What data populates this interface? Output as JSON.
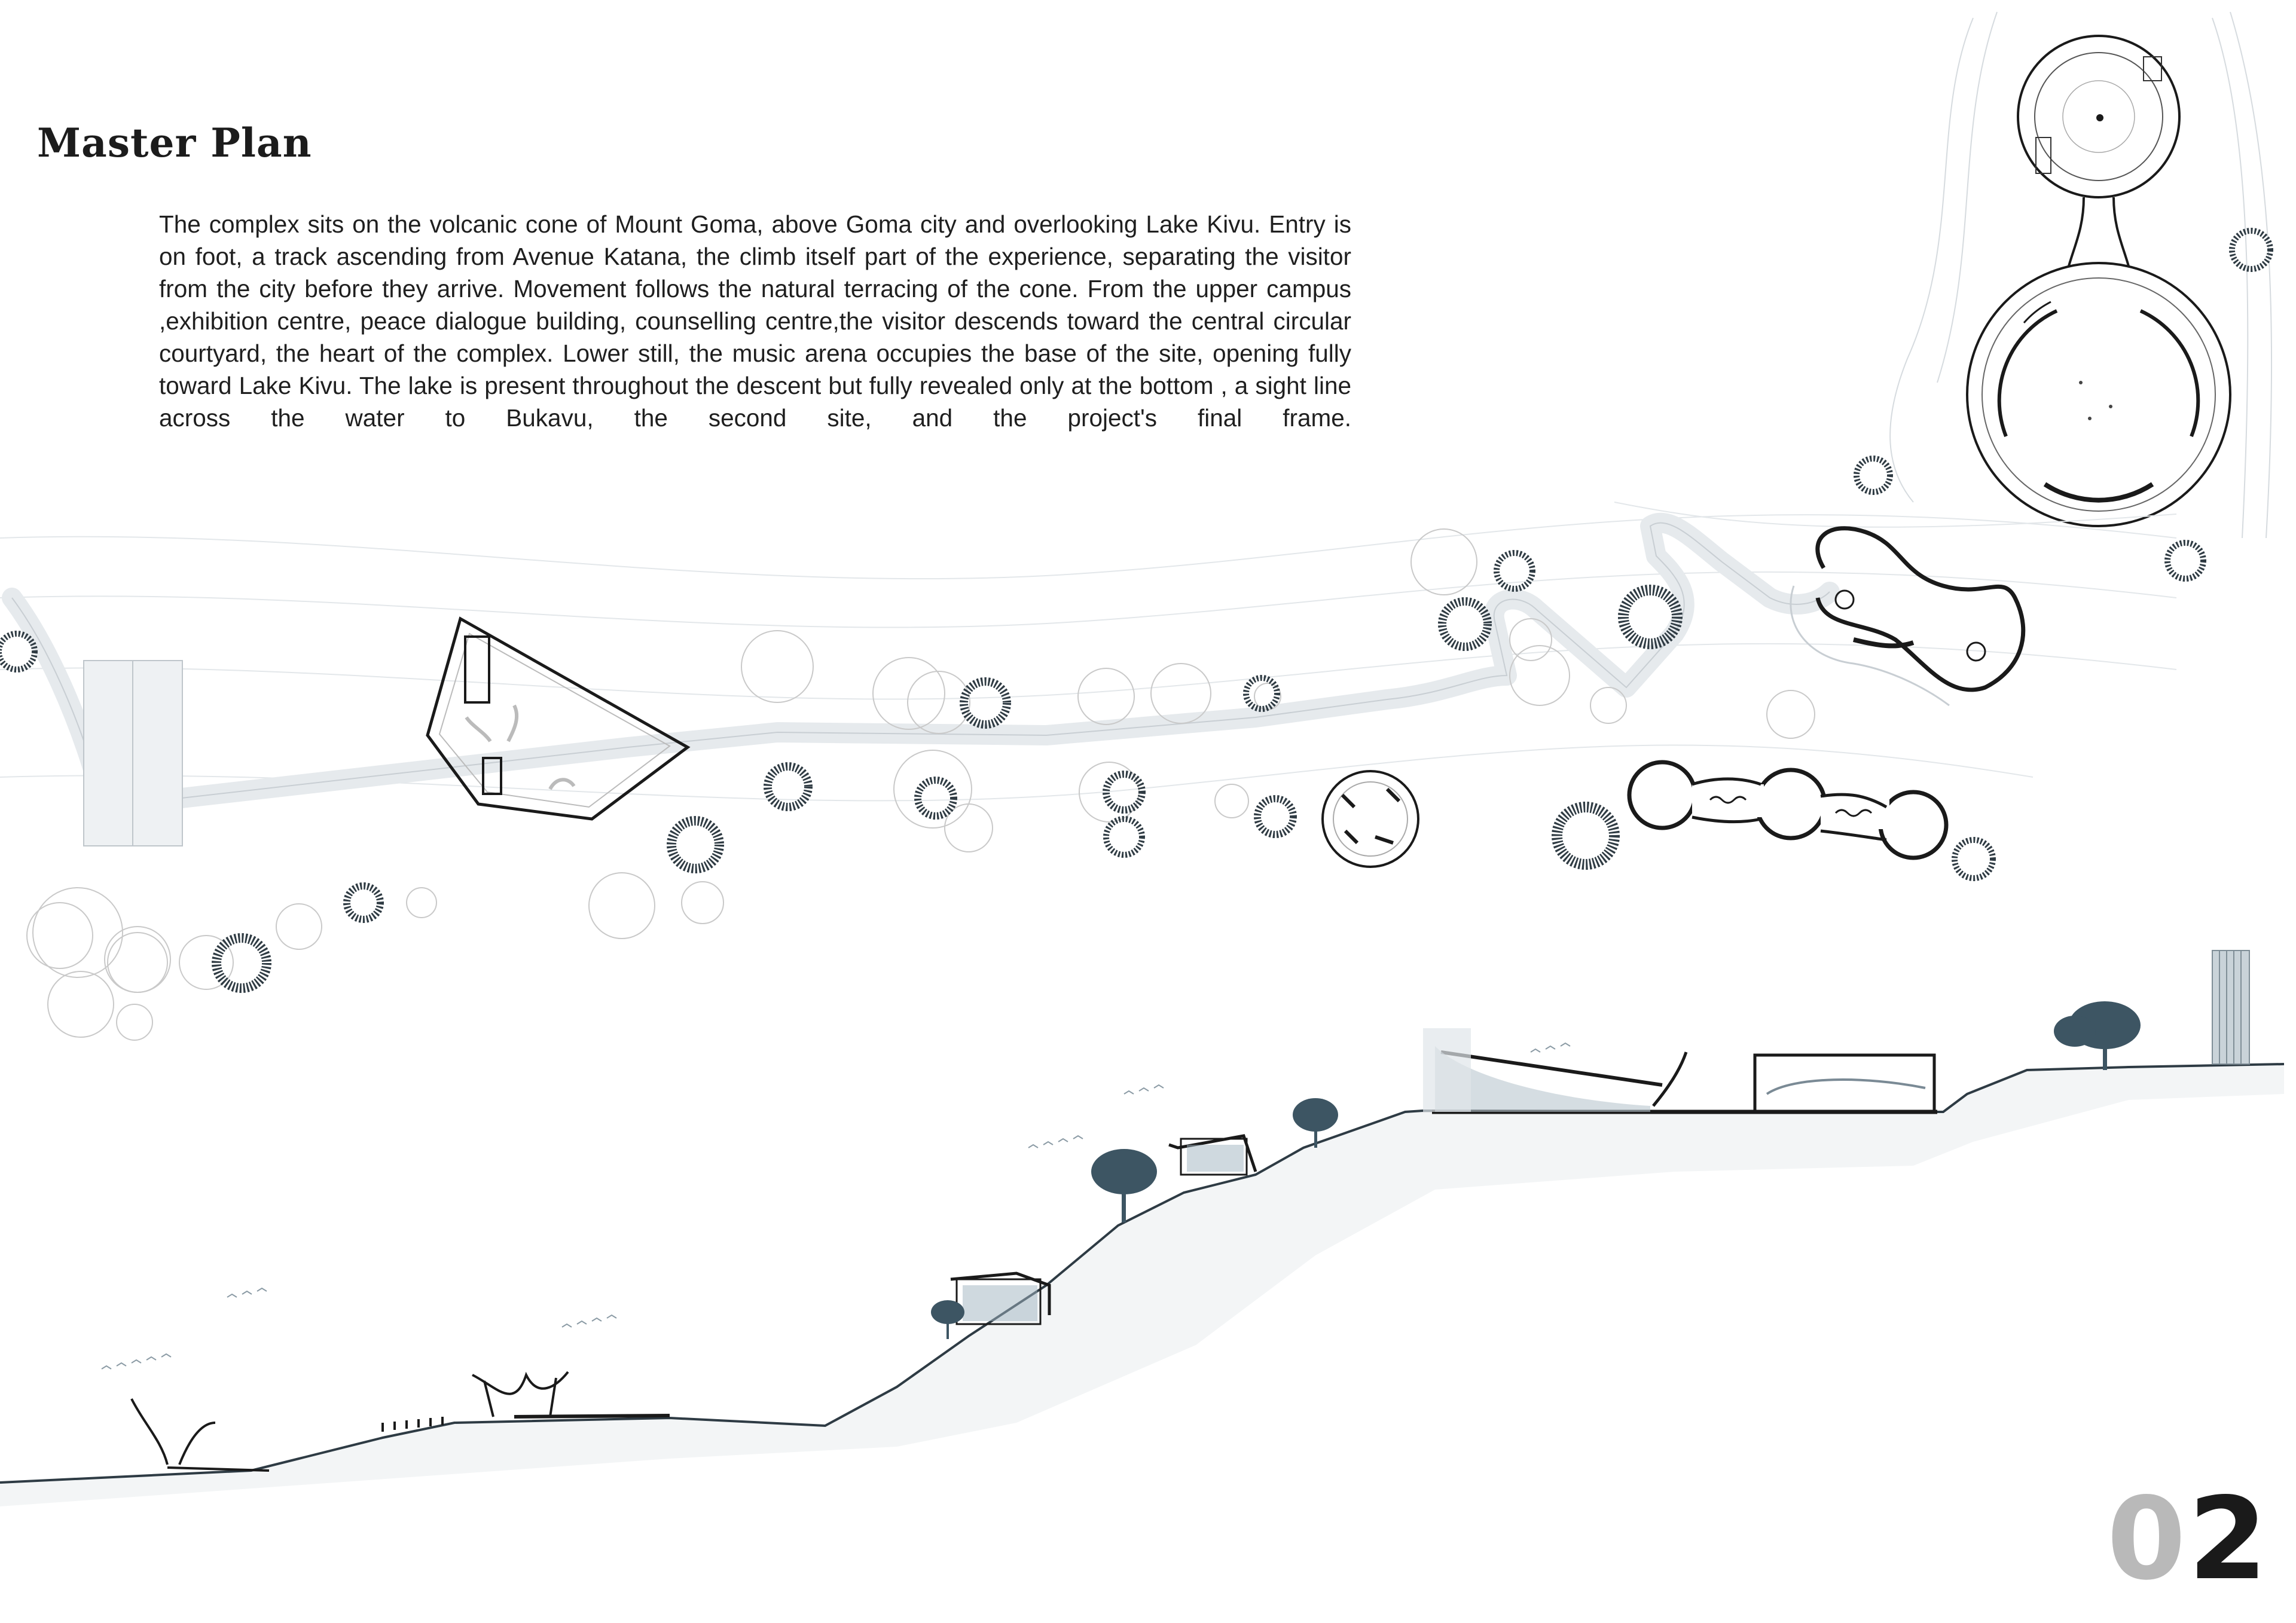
{
  "page": {
    "title": "Master Plan",
    "description": "The complex sits on the volcanic cone of Mount Goma, above Goma city and overlooking Lake Kivu. Entry is on foot, a track ascending from Avenue Katana, the climb itself part of the experience, separating the visitor from the city before they arrive. Movement follows the natural terracing of the cone. From the upper campus ,exhibition centre, peace dialogue building, counselling centre,the visitor descends toward the central circular courtyard, the heart of the complex. Lower still, the music arena occupies the base of the site, opening fully toward Lake Kivu. The lake is present throughout the descent but fully revealed only at the bottom , a sight line across the water to Bukavu, the second site, and the project's final frame.",
    "page_number_first_digit": "0",
    "page_number_second_digit": "2"
  },
  "colors": {
    "background": "#ffffff",
    "line": "#1a1a1a",
    "light_line": "#c8ced3",
    "path_fill": "#eef1f3",
    "tree_fill": "#3d5563",
    "section_blue": "#6f8a99",
    "page_number_light": "#b9b9b9",
    "page_number_dark": "#1a1a1a"
  },
  "icons": [
    "tree-symbol-icon",
    "circle-canopy-icon"
  ]
}
